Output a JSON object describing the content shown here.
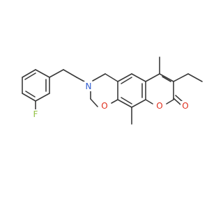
{
  "molecule": {
    "atoms": {
      "fluorine": {
        "symbol": "F",
        "color": "#8fbf3f"
      },
      "nitrogen": {
        "symbol": "N",
        "color": "#2f5ccf"
      },
      "oxazine_oxygen": {
        "symbol": "O",
        "color": "#e0301e"
      },
      "lactone_oxygen": {
        "symbol": "O",
        "color": "#e0301e"
      },
      "carbonyl_oxygen": {
        "symbol": "O",
        "color": "#e0301e"
      }
    },
    "bond_color": "#3a3a3a"
  }
}
